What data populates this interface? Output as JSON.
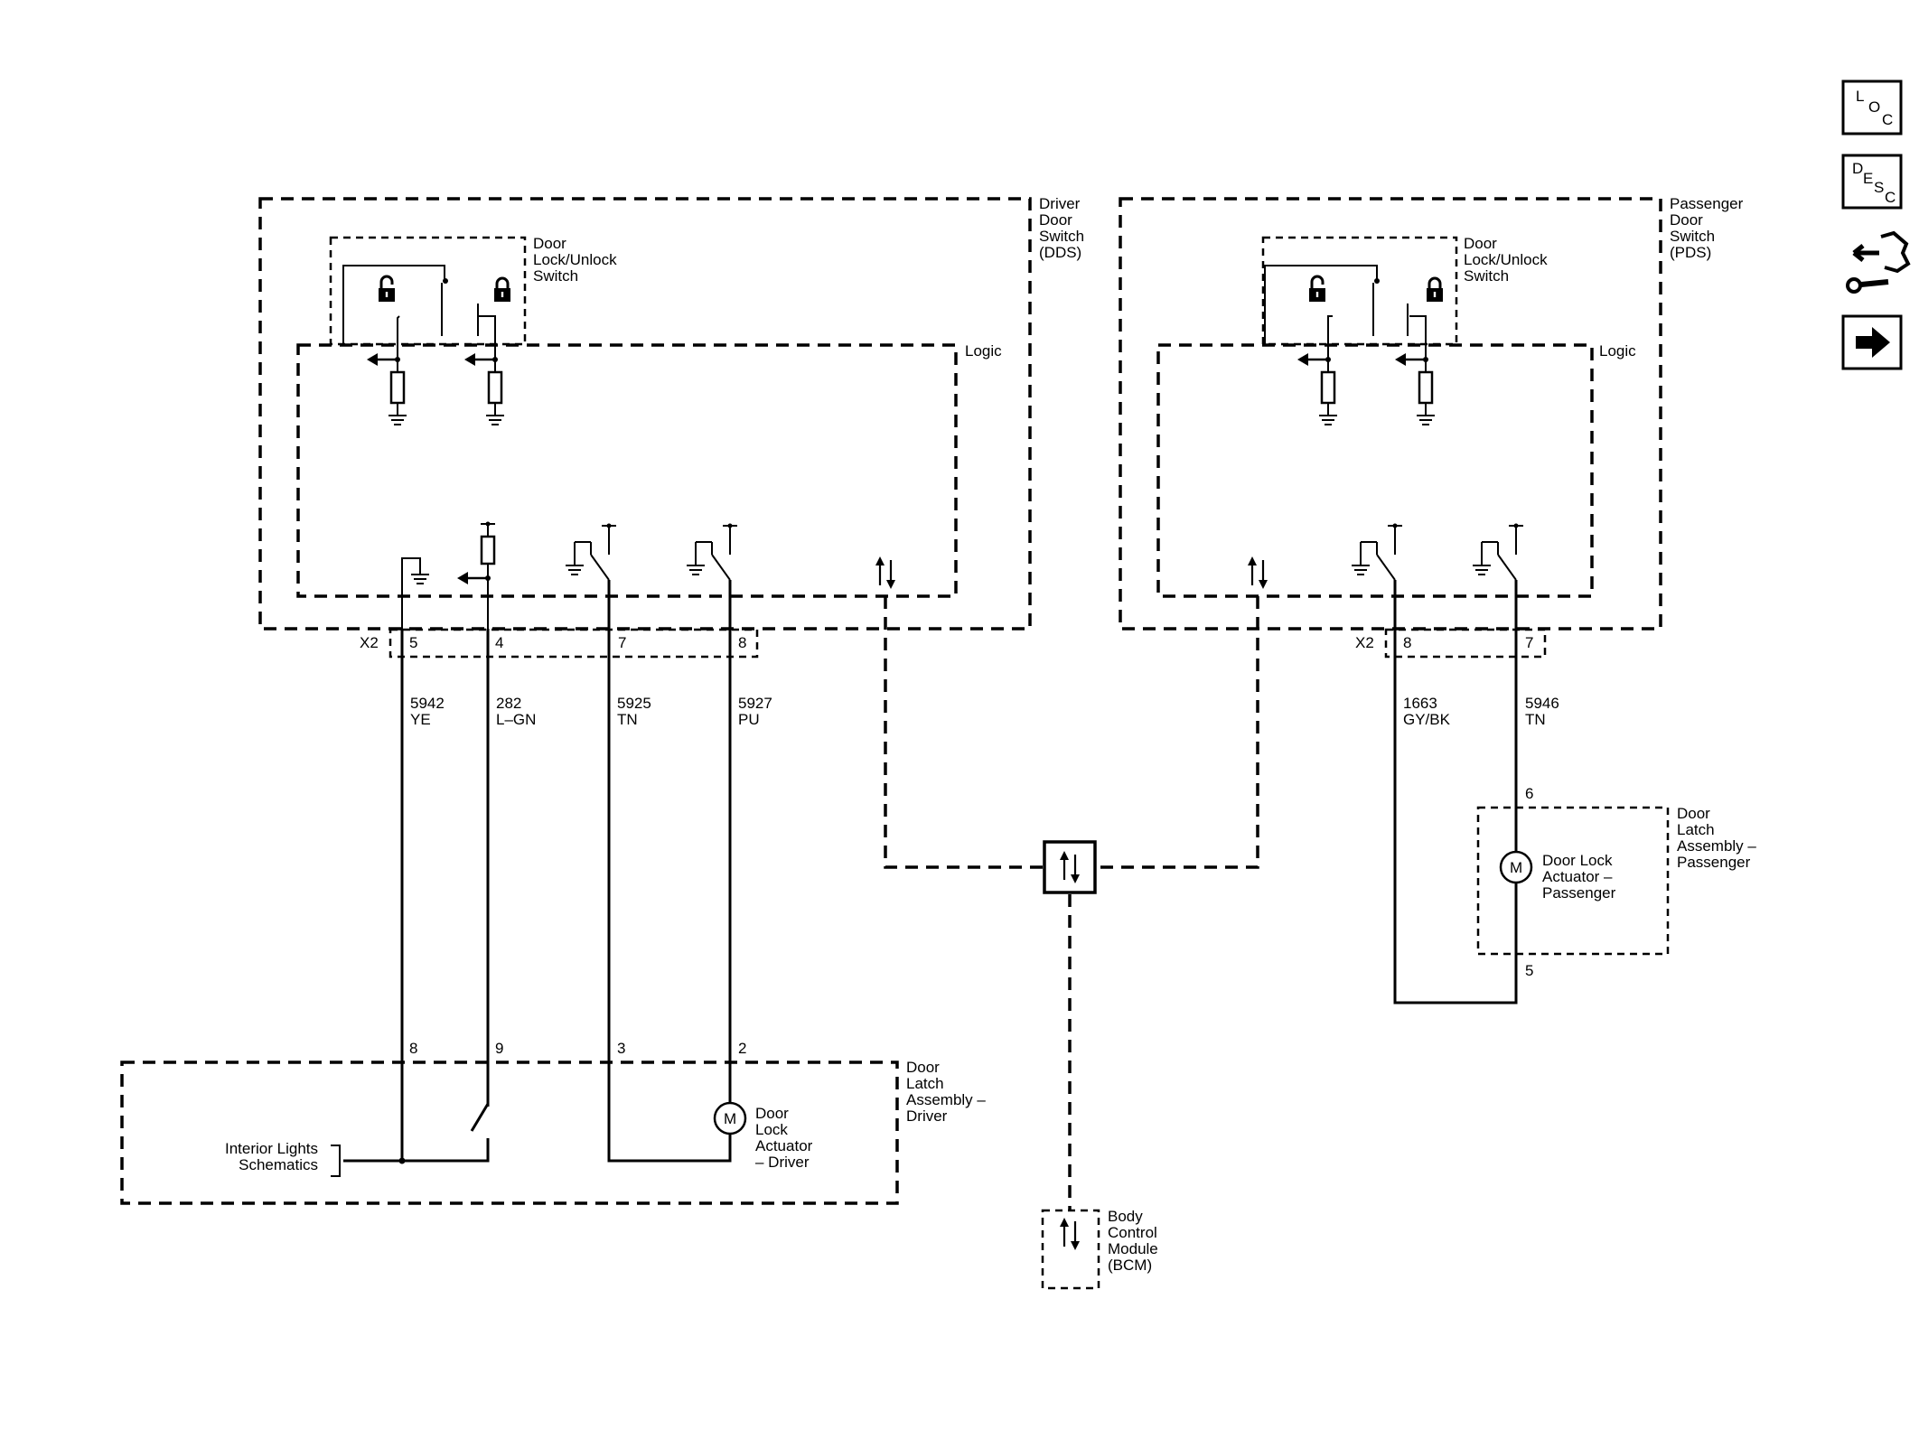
{
  "nav": {
    "loc": {
      "l": "L",
      "o": "O",
      "c": "C"
    },
    "desc": {
      "d": "D",
      "e": "E",
      "s": "S",
      "c": "C"
    },
    "connector_icon": "connector-wrench-icon",
    "next_icon": "arrow-right-icon"
  },
  "dds": {
    "title": [
      "Driver",
      "Door",
      "Switch",
      "(DDS)"
    ],
    "switch_label": [
      "Door",
      "Lock/Unlock",
      "Switch"
    ],
    "logic": "Logic",
    "connector": "X2",
    "pins": [
      "5",
      "4",
      "7",
      "8"
    ],
    "wires": [
      {
        "circuit": "5942",
        "color": "YE"
      },
      {
        "circuit": "282",
        "color": "L–GN"
      },
      {
        "circuit": "5925",
        "color": "TN"
      },
      {
        "circuit": "5927",
        "color": "PU"
      }
    ]
  },
  "pds": {
    "title": [
      "Passenger",
      "Door",
      "Switch",
      "(PDS)"
    ],
    "switch_label": [
      "Door",
      "Lock/Unlock",
      "Switch"
    ],
    "logic": "Logic",
    "connector": "X2",
    "pins": [
      "8",
      "7"
    ],
    "wires": [
      {
        "circuit": "1663",
        "color": "GY/BK"
      },
      {
        "circuit": "5946",
        "color": "TN"
      }
    ]
  },
  "latch_driver": {
    "title": [
      "Door",
      "Latch",
      "Assembly –",
      "Driver"
    ],
    "pins": [
      "8",
      "9",
      "3",
      "2"
    ],
    "actuator": [
      "Door",
      "Lock",
      "Actuator",
      "– Driver"
    ],
    "motor": "M",
    "interior": [
      "Interior Lights",
      "Schematics"
    ]
  },
  "latch_passenger": {
    "title": [
      "Door",
      "Latch",
      "Assembly –",
      "Passenger"
    ],
    "pin_top": "6",
    "pin_bottom": "5",
    "actuator": [
      "Door Lock",
      "Actuator –",
      "Passenger"
    ],
    "motor": "M"
  },
  "bcm": {
    "title": [
      "Body",
      "Control",
      "Module",
      "(BCM)"
    ]
  }
}
